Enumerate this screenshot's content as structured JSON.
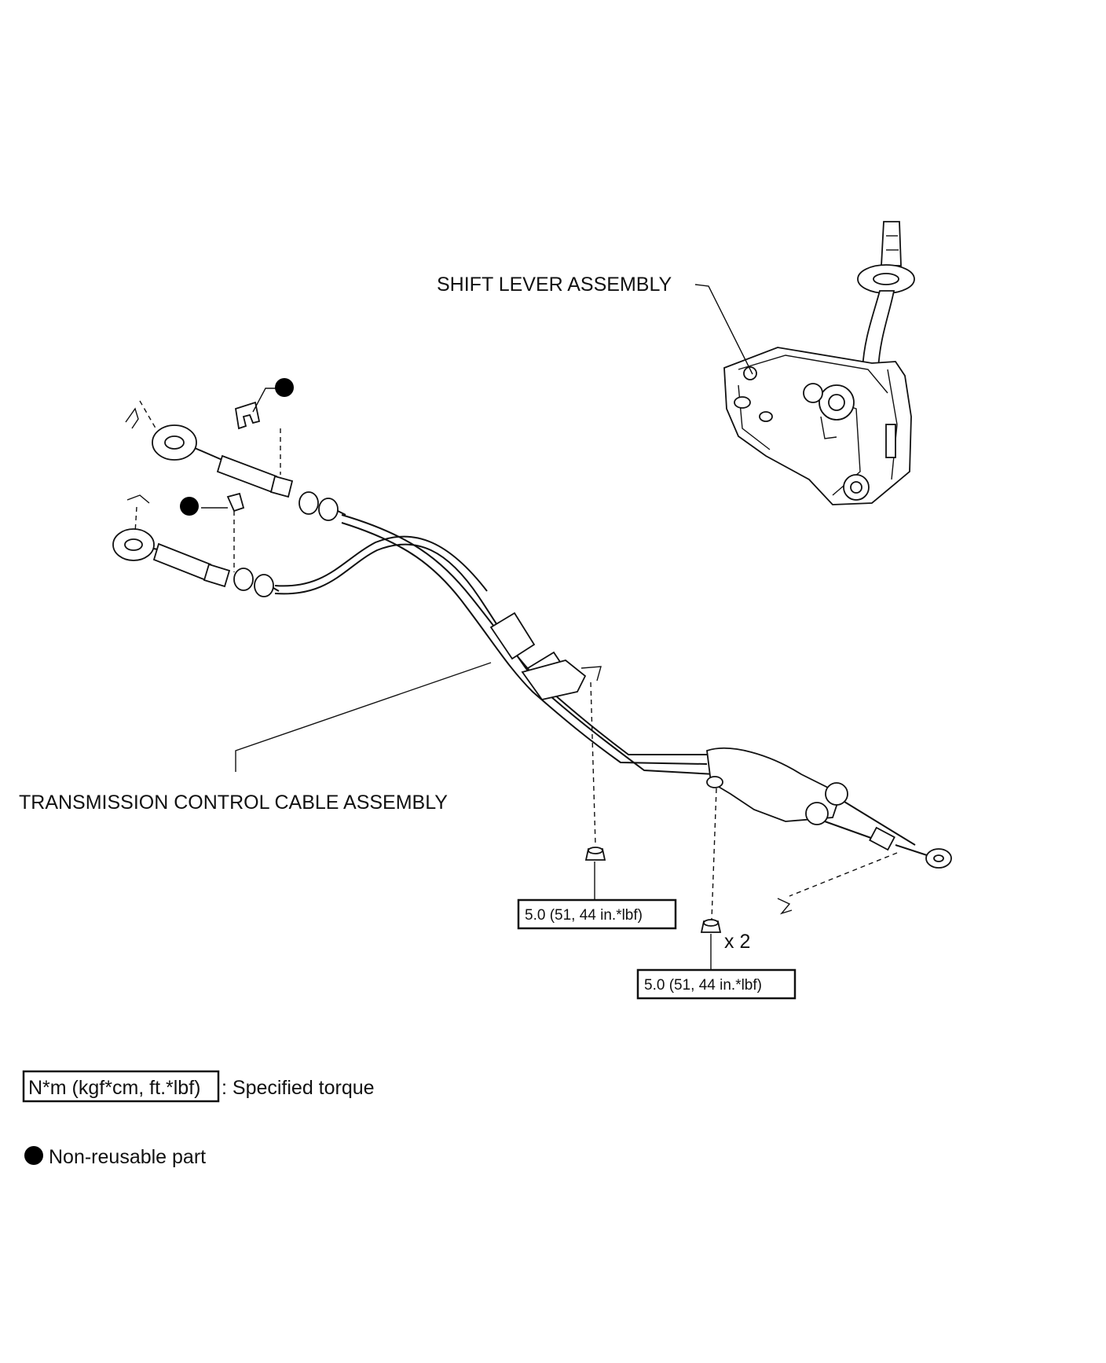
{
  "labels": {
    "shift_lever": "SHIFT LEVER ASSEMBLY",
    "control_cable": "TRANSMISSION CONTROL CABLE ASSEMBLY"
  },
  "torque_callouts": [
    {
      "value": "5.0 (51, 44 in.*lbf)"
    },
    {
      "value": "5.0 (51, 44 in.*lbf)",
      "quantity": "x 2"
    }
  ],
  "legend": {
    "torque_unit_box": "N*m (kgf*cm, ft.*lbf)",
    "torque_desc": ": Specified torque",
    "nonreusable_desc": "Non-reusable part"
  },
  "colors": {
    "line": "#111111",
    "background": "#ffffff"
  }
}
